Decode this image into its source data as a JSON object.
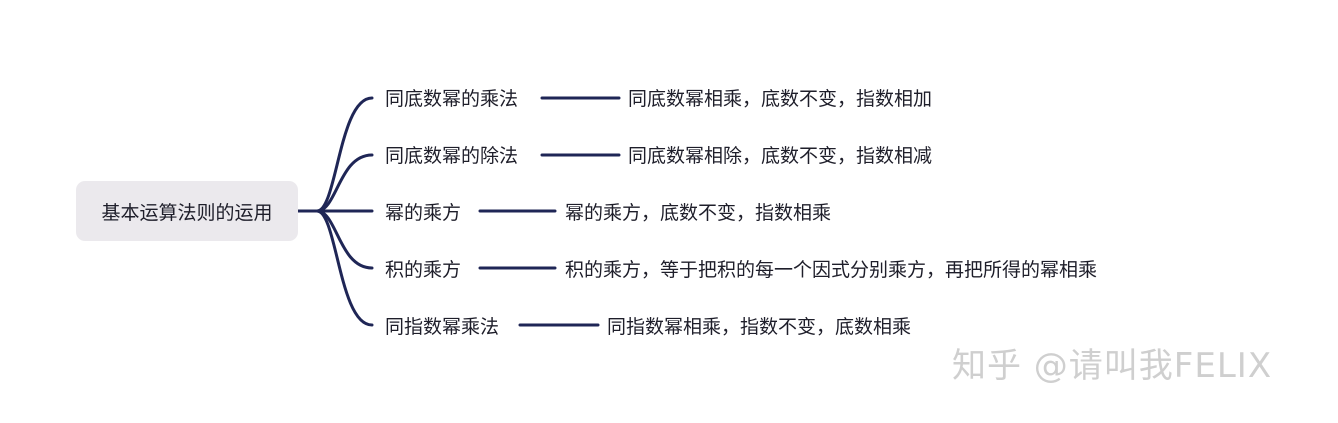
{
  "root": {
    "label": "基本运算法则的运用"
  },
  "branches": [
    {
      "label": "同底数幂的乘法",
      "detail": "同底数幂相乘，底数不变，指数相加"
    },
    {
      "label": "同底数幂的除法",
      "detail": "同底数幂相除，底数不变，指数相减"
    },
    {
      "label": "幂的乘方",
      "detail": "幂的乘方，底数不变，指数相乘"
    },
    {
      "label": "积的乘方",
      "detail": "积的乘方，等于把积的每一个因式分别乘方，再把所得的幂相乘"
    },
    {
      "label": "同指数幂乘法",
      "detail": "同指数幂相乘，指数不变，底数相乘"
    }
  ],
  "watermark": {
    "text": "知乎 @请叫我FELIX"
  },
  "colors": {
    "connector": "#1f2656",
    "root_fill": "#ebe9ed",
    "text": "#1e1e2a",
    "watermark": "#cfcfcf"
  }
}
